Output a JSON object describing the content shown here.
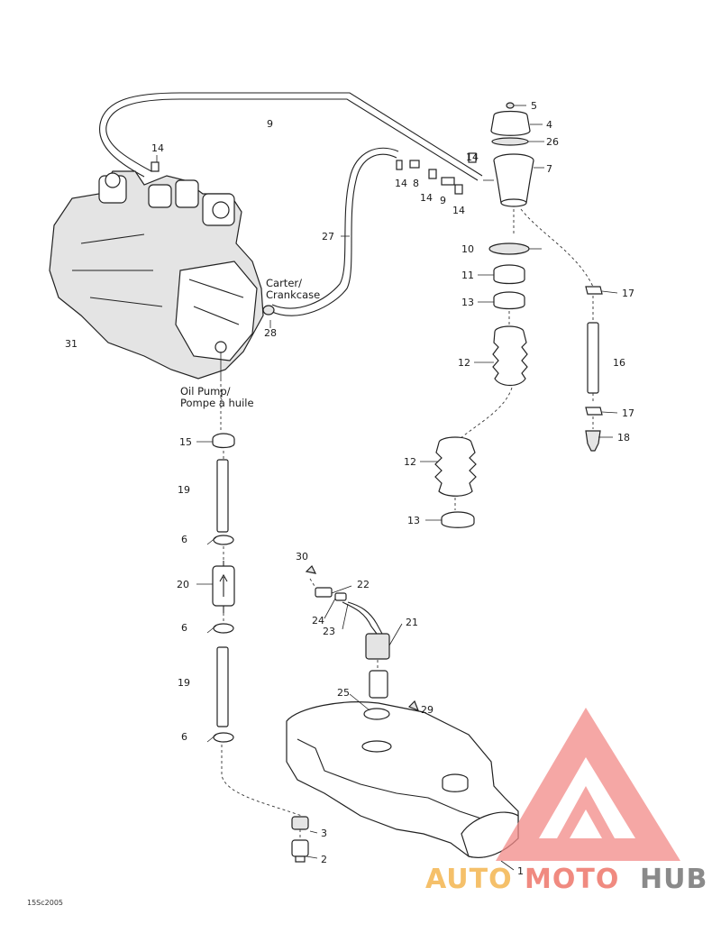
{
  "diagram": {
    "callouts": {
      "c1": "1",
      "c2": "2",
      "c3": "3",
      "c4": "4",
      "c5": "5",
      "c6a": "6",
      "c6b": "6",
      "c6c": "6",
      "c7": "7",
      "c8": "8",
      "c9a": "9",
      "c9b": "9",
      "c10": "10",
      "c11": "11",
      "c12a": "12",
      "c12b": "12",
      "c13a": "13",
      "c13b": "13",
      "c14a": "14",
      "c14b": "14",
      "c14c": "14",
      "c14d": "14",
      "c14e": "14",
      "c15": "15",
      "c16": "16",
      "c17a": "17",
      "c17b": "17",
      "c18": "18",
      "c19a": "19",
      "c19b": "19",
      "c20": "20",
      "c21": "21",
      "c22": "22",
      "c23": "23",
      "c24": "24",
      "c25": "25",
      "c26": "26",
      "c27": "27",
      "c28": "28",
      "c29": "29",
      "c30": "30",
      "c31": "31"
    },
    "crankcase_label_line1": "Carter/",
    "crankcase_label_line2": "Crankcase",
    "oil_pump_label_line1": "Oil Pump/",
    "oil_pump_label_line2": "Pompe à huile",
    "figure_code": "15Sc2005"
  },
  "watermark": {
    "text_auto": "AUTO",
    "text_moto": "MOTO",
    "text_hub": "HUB",
    "colors": {
      "auto": "#f5c06a",
      "moto": "#f08a80",
      "hub": "#8a8a8a",
      "logo": "#f28a88"
    }
  }
}
